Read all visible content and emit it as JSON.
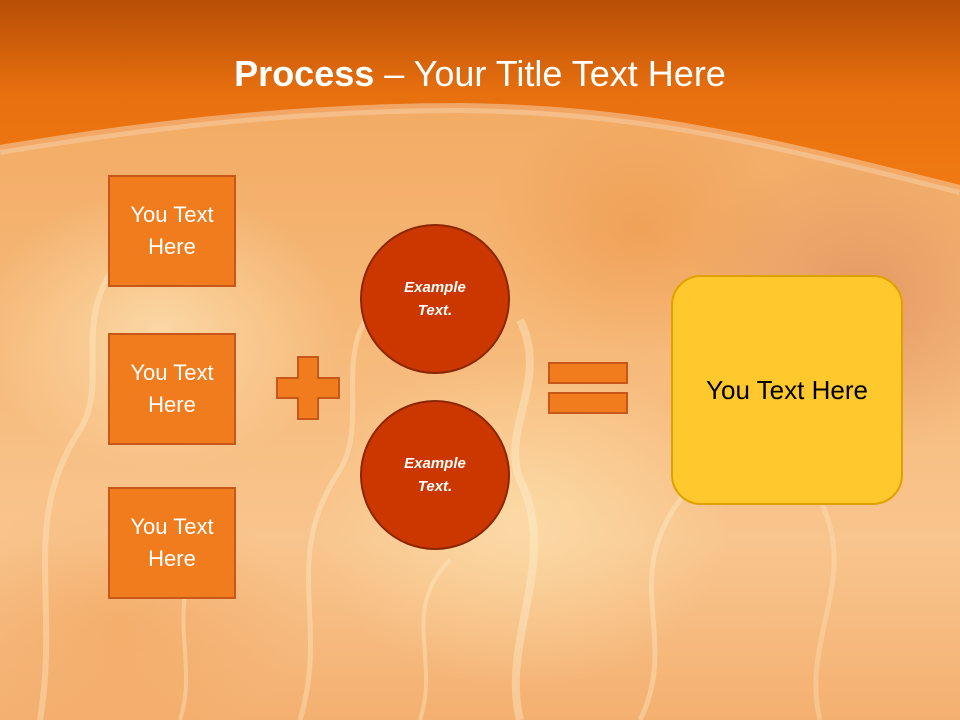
{
  "title": {
    "bold": "Process",
    "rest": " – Your Title Text Here"
  },
  "left_boxes": [
    {
      "line1": "You Text",
      "line2": "Here"
    },
    {
      "line1": "You Text",
      "line2": "Here"
    },
    {
      "line1": "You Text",
      "line2": "Here"
    }
  ],
  "circles": [
    {
      "line1": "Example",
      "line2": "Text."
    },
    {
      "line1": "Example",
      "line2": "Text."
    }
  ],
  "result": {
    "text": "You Text Here"
  },
  "colors": {
    "header_orange": "#e8700f",
    "box_orange": "#f07c1d",
    "circle_red": "#cc3700",
    "result_yellow": "#ffc92e"
  },
  "icons": {
    "plus": "plus-icon",
    "equals": "equals-icon"
  }
}
